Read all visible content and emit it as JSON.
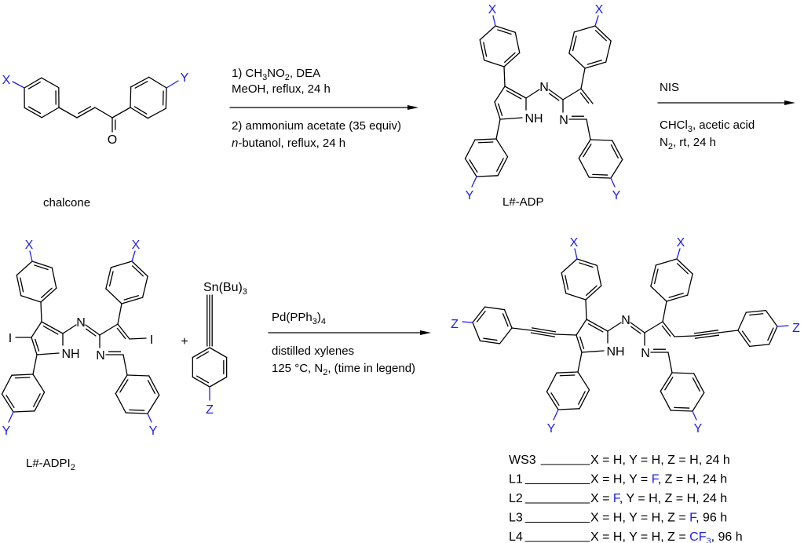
{
  "colors": {
    "substituent": "#1f1fe8",
    "bond": "#000000"
  },
  "atoms": {
    "X": "X",
    "Y": "Y",
    "Z": "Z",
    "N": "N",
    "NH": "NH",
    "I": "I",
    "O": "O",
    "plus": "+"
  },
  "stannyl": [
    {
      "t": "Sn(Bu)"
    },
    {
      "t": "3",
      "sub": true
    }
  ],
  "labels": {
    "chalcone": [
      {
        "t": "chalcone"
      }
    ],
    "adp": [
      {
        "t": "L#-ADP"
      }
    ],
    "adpi2": [
      {
        "t": "L#-ADPI"
      },
      {
        "t": "2",
        "sub": true
      }
    ]
  },
  "reactions": {
    "step1": {
      "above": [
        [
          {
            "t": "1) CH"
          },
          {
            "t": "3",
            "sub": true
          },
          {
            "t": "NO"
          },
          {
            "t": "2",
            "sub": true
          },
          {
            "t": ", DEA"
          }
        ],
        [
          {
            "t": "MeOH, reflux, 24 h"
          }
        ]
      ],
      "below": [
        [
          {
            "t": "2) ammonium acetate (35 equiv)"
          }
        ],
        [
          {
            "t": "n",
            "i": true
          },
          {
            "t": "-butanol, reflux, 24 h"
          }
        ]
      ]
    },
    "step2": {
      "above": [
        [
          {
            "t": "NIS"
          }
        ]
      ],
      "below": [
        [
          {
            "t": "CHCl"
          },
          {
            "t": "3",
            "sub": true
          },
          {
            "t": ", acetic acid"
          }
        ],
        [
          {
            "t": "N"
          },
          {
            "t": "2",
            "sub": true
          },
          {
            "t": ", rt, 24 h"
          }
        ]
      ]
    },
    "step3": {
      "above": [
        [
          {
            "t": "Pd(PPh"
          },
          {
            "t": "3",
            "sub": true
          },
          {
            "t": ")"
          },
          {
            "t": "4",
            "sub": true
          }
        ]
      ],
      "below": [
        [
          {
            "t": "distilled xylenes"
          }
        ],
        [
          {
            "t": "125 °C, N"
          },
          {
            "t": "2",
            "sub": true
          },
          {
            "t": ", (time in legend)"
          }
        ]
      ]
    }
  },
  "legend": [
    {
      "label": "WS3",
      "parts": [
        {
          "t": "X = H, Y = H, Z = H, 24 h"
        }
      ]
    },
    {
      "label": "L1",
      "parts": [
        {
          "t": "X = H, Y = "
        },
        {
          "t": "F",
          "c": true
        },
        {
          "t": ",  Z = H, 24 h"
        }
      ]
    },
    {
      "label": "L2",
      "parts": [
        {
          "t": "X = "
        },
        {
          "t": "F",
          "c": true
        },
        {
          "t": ",  Y = H, Z = H, 24 h"
        }
      ]
    },
    {
      "label": "L3",
      "parts": [
        {
          "t": "X = H, Y = H, Z = "
        },
        {
          "t": "F",
          "c": true
        },
        {
          "t": ", 96 h"
        }
      ]
    },
    {
      "label": "L4",
      "parts": [
        {
          "t": "X = H, Y = H, Z = "
        },
        {
          "t": "CF",
          "c": true
        },
        {
          "t": "3",
          "c": true,
          "sub": true
        },
        {
          "t": ", 96 h"
        }
      ]
    }
  ]
}
